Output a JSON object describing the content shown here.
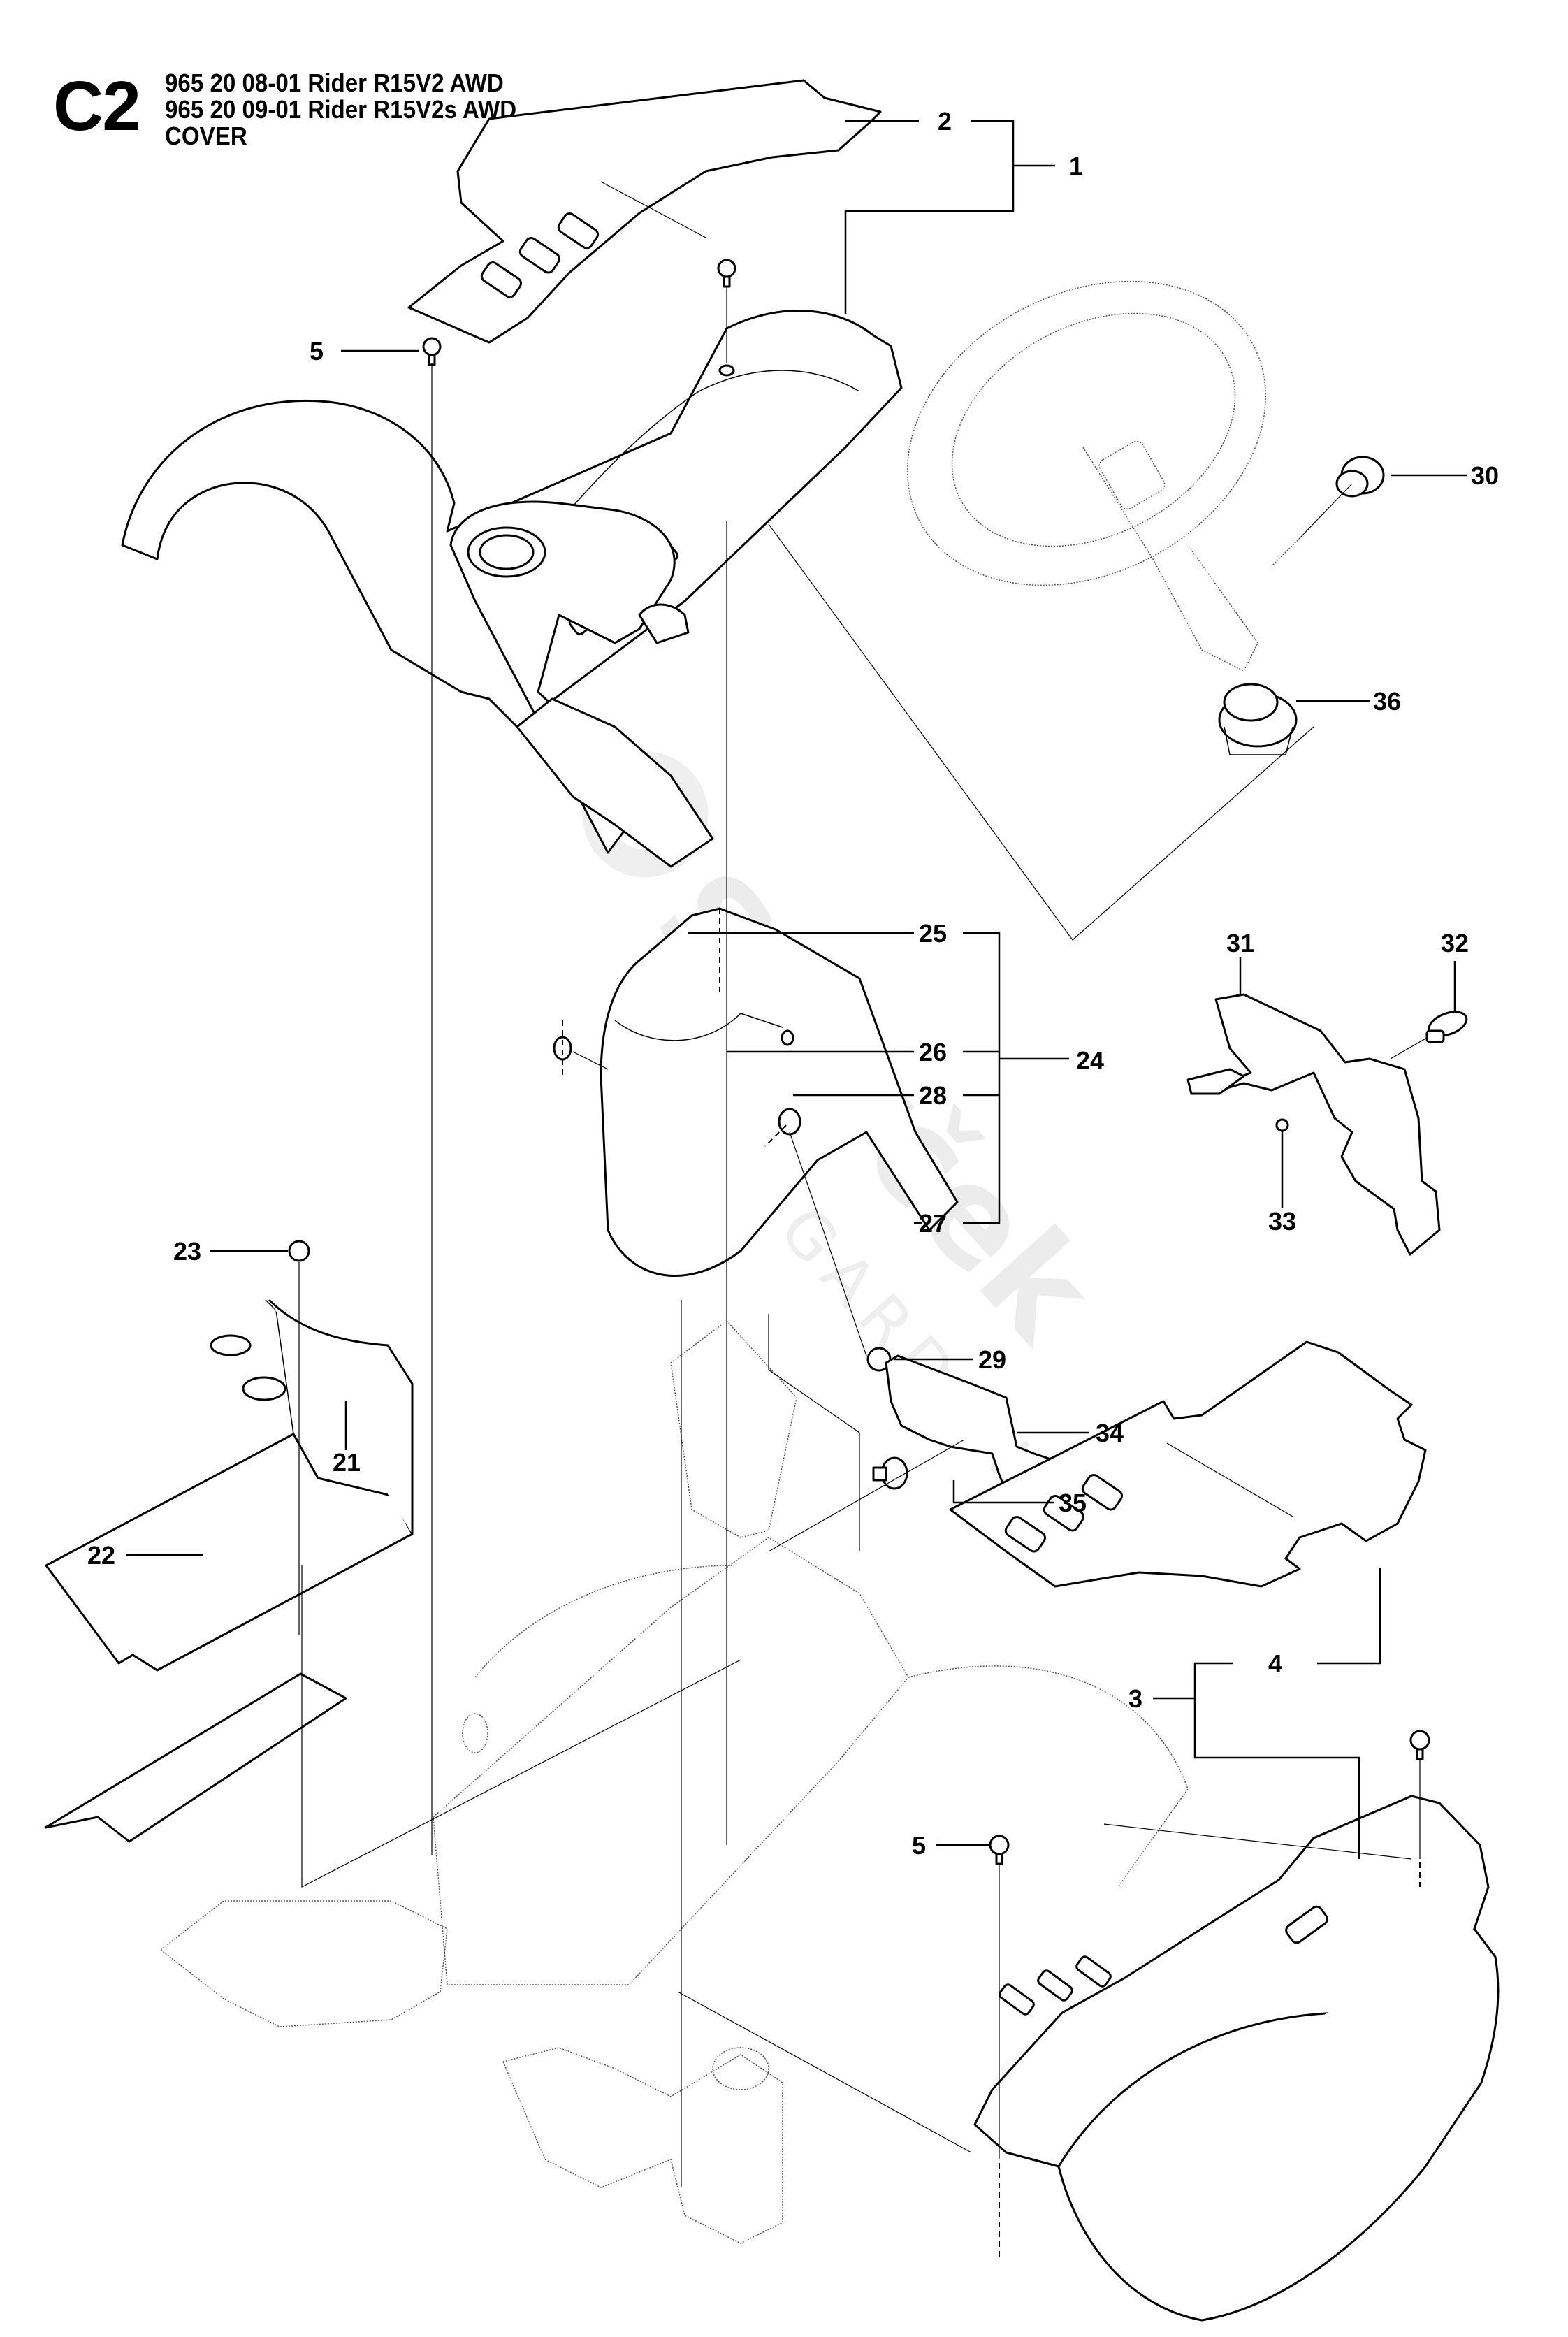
{
  "header": {
    "section_code": "C2",
    "models": [
      "965 20 08-01 Rider R15V2 AWD",
      "965 20 09-01 Rider R15V2s AWD"
    ],
    "assembly_title": "COVER"
  },
  "watermark": {
    "brand": "Starček",
    "tagline": "GARDEN"
  },
  "callouts": [
    {
      "id": "1",
      "part": "cover-assembly-rear"
    },
    {
      "id": "2",
      "part": "rear-floor-mat"
    },
    {
      "id": "3",
      "part": "cover-assembly-front"
    },
    {
      "id": "4",
      "part": "front-floor-mat"
    },
    {
      "id": "5",
      "part": "screw-rear-cover"
    },
    {
      "id": "5",
      "part": "screw-front-cover"
    },
    {
      "id": "21",
      "part": "side-cover"
    },
    {
      "id": "22",
      "part": "side-mat-strip"
    },
    {
      "id": "23",
      "part": "screw-side-cover"
    },
    {
      "id": "24",
      "part": "steering-column-cover-assembly"
    },
    {
      "id": "25",
      "part": "upper-column-cover"
    },
    {
      "id": "26",
      "part": "column-cover-insert"
    },
    {
      "id": "27",
      "part": "lower-column-cover"
    },
    {
      "id": "28",
      "part": "clip"
    },
    {
      "id": "29",
      "part": "screw-column-cover"
    },
    {
      "id": "30",
      "part": "steering-wheel-cap"
    },
    {
      "id": "31",
      "part": "hood-bracket-cover"
    },
    {
      "id": "32",
      "part": "quick-release-pin"
    },
    {
      "id": "33",
      "part": "washer"
    },
    {
      "id": "34",
      "part": "headlight-housing"
    },
    {
      "id": "35",
      "part": "headlight-bulb"
    },
    {
      "id": "36",
      "part": "steering-bushing"
    }
  ],
  "colors": {
    "ink": "#000000",
    "background": "#ffffff",
    "watermark": "#ececec"
  }
}
